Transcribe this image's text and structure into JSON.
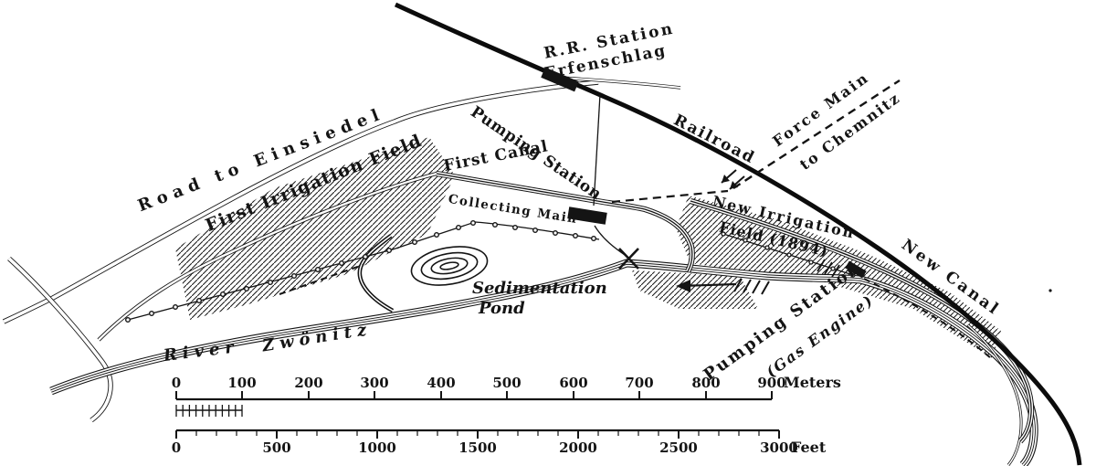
{
  "map": {
    "labels": {
      "rr_station_1": "R.R. Station",
      "rr_station_2": "Erfenschlag",
      "road_to_einsiedel": "Road to Einsiedel",
      "pumping_station_top": "Pumping Station",
      "railroad": "Railroad",
      "force_main_1": "Force Main",
      "force_main_2": "to Chemnitz",
      "first_irrigation_field": "First Irrigation Field",
      "first_canal": "First Canal",
      "collecting_main": "Collecting Main",
      "new_irrigation_field_1": "New Irrigation",
      "new_irrigation_field_2": "Field (1894)",
      "new_canal": "New Canal",
      "sedimentation_pond_1": "Sedimentation",
      "sedimentation_pond_2": "Pond",
      "river_word_1": "River",
      "river_word_2": "Zwönitz",
      "pumping_station_gas_1": "Pumping Station",
      "pumping_station_gas_2": "(Gas Engine)"
    },
    "scale_meters": {
      "values": [
        "0",
        "100",
        "200",
        "300",
        "400",
        "500",
        "600",
        "700",
        "800",
        "900"
      ],
      "unit": "Meters"
    },
    "scale_feet": {
      "values": [
        "0",
        "500",
        "1000",
        "1500",
        "2000",
        "2500",
        "3000"
      ],
      "unit": "Feet"
    },
    "colors": {
      "ink": "#141414",
      "paper": "#ffffff"
    }
  }
}
